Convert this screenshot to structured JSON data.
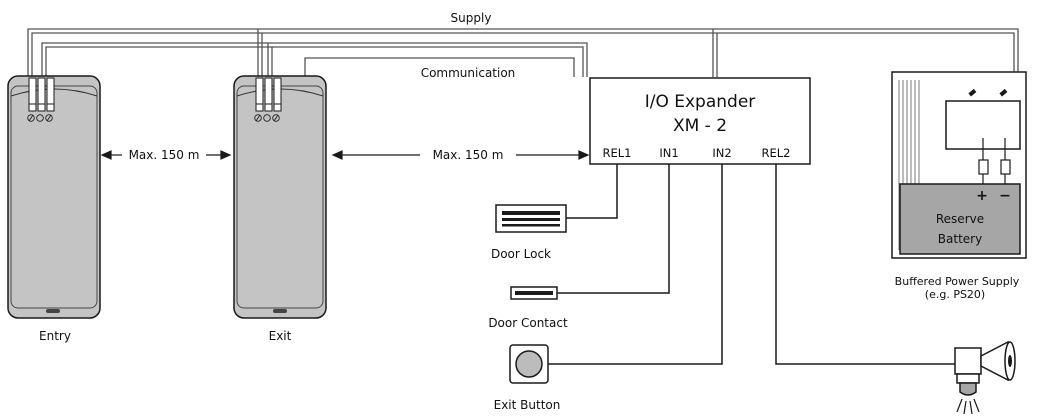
{
  "labels": {
    "supply": "Supply",
    "communication": "Communication",
    "distance_1": "Max. 150 m",
    "distance_2": "Max. 150 m",
    "entry": "Entry",
    "exit": "Exit",
    "door_lock": "Door Lock",
    "door_contact": "Door Contact",
    "exit_button": "Exit Button",
    "power_supply_line1": "Buffered Power Supply",
    "power_supply_line2": "(e.g. PS20)"
  },
  "expander": {
    "title": "I/O Expander",
    "model": "XM - 2",
    "ports": [
      "REL1",
      "IN1",
      "IN2",
      "REL2"
    ]
  },
  "battery": {
    "plus": "+",
    "minus": "−",
    "line1": "Reserve",
    "line2": "Battery"
  },
  "colors": {
    "reader_body": "#c4c4c4",
    "battery_fill": "#a6a6a6",
    "button_fill": "#bcbcbc",
    "line": "#1a1a1a",
    "supply_wire": "#555555"
  }
}
